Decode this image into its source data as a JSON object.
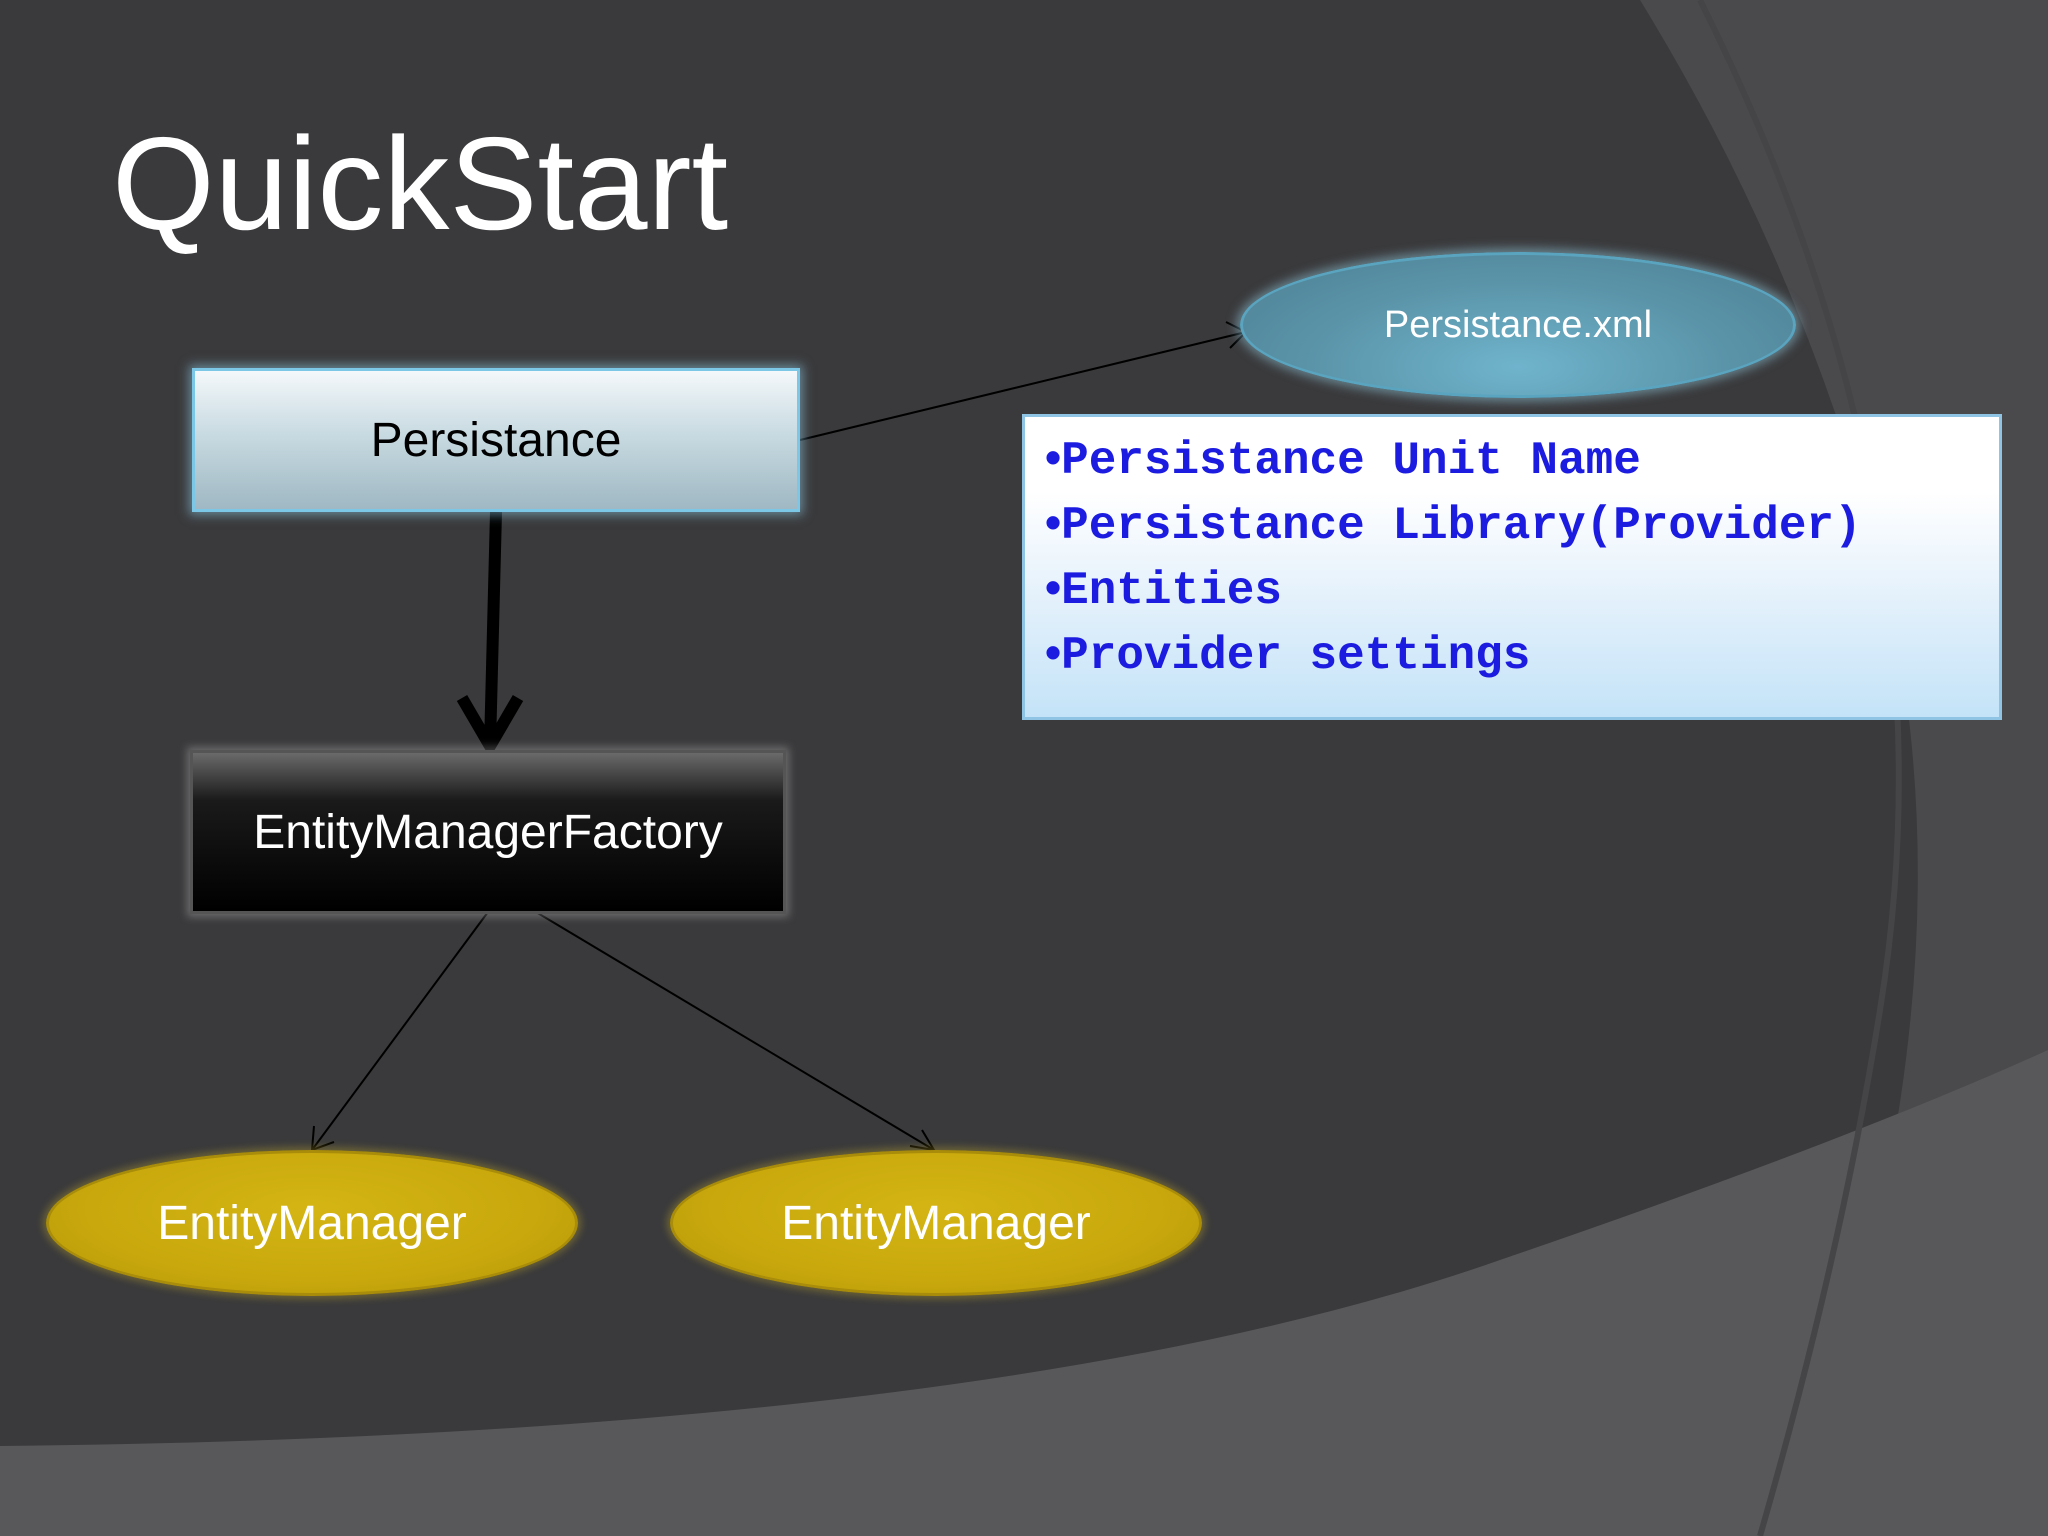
{
  "slide": {
    "title": "QuickStart"
  },
  "nodes": {
    "persistance": "Persistance",
    "persistance_xml": "Persistance.xml",
    "entity_manager_factory": "EntityManagerFactory",
    "entity_manager_left": "EntityManager",
    "entity_manager_right": "EntityManager"
  },
  "details": {
    "bullet": "•",
    "items": [
      "Persistance Unit Name",
      "Persistance Library(Provider)",
      "Entities",
      "Provider settings"
    ]
  },
  "colors": {
    "background": "#3a3a3c",
    "persistance_box": "#c9dbe2",
    "xml_ellipse": "#5a93a8",
    "entity_manager": "#c8a80c",
    "details_text": "#1c1ce0"
  }
}
